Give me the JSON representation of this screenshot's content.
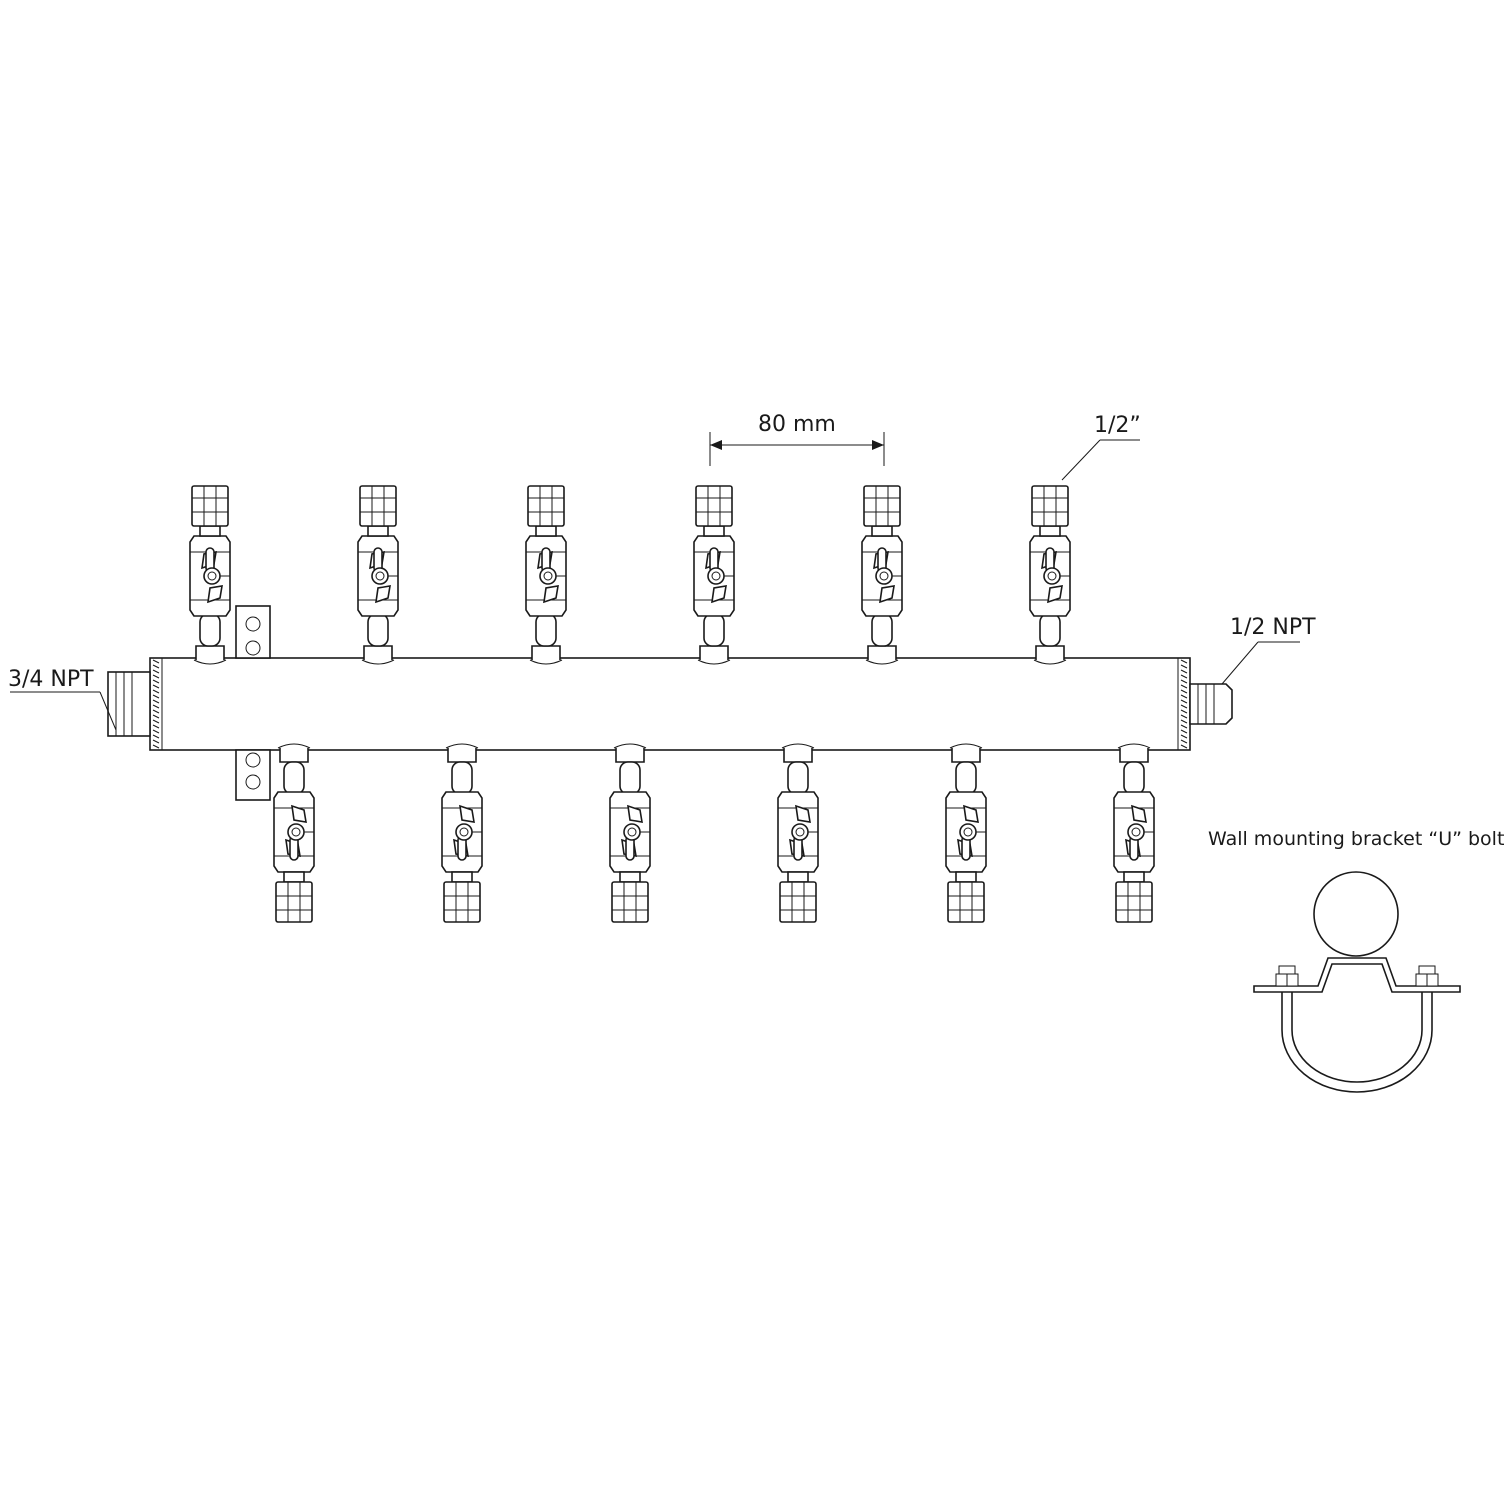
{
  "labels": {
    "inlet": "3/4 NPT",
    "outlet": "1/2 NPT",
    "spacing": "80 mm",
    "outlet_size": "1/2”",
    "bracket_caption": "Wall mounting bracket “U” bolt"
  },
  "manifold": {
    "top_valves": 6,
    "bottom_valves": 6
  },
  "colors": {
    "line": "#1a1a1a",
    "background": "#ffffff"
  }
}
